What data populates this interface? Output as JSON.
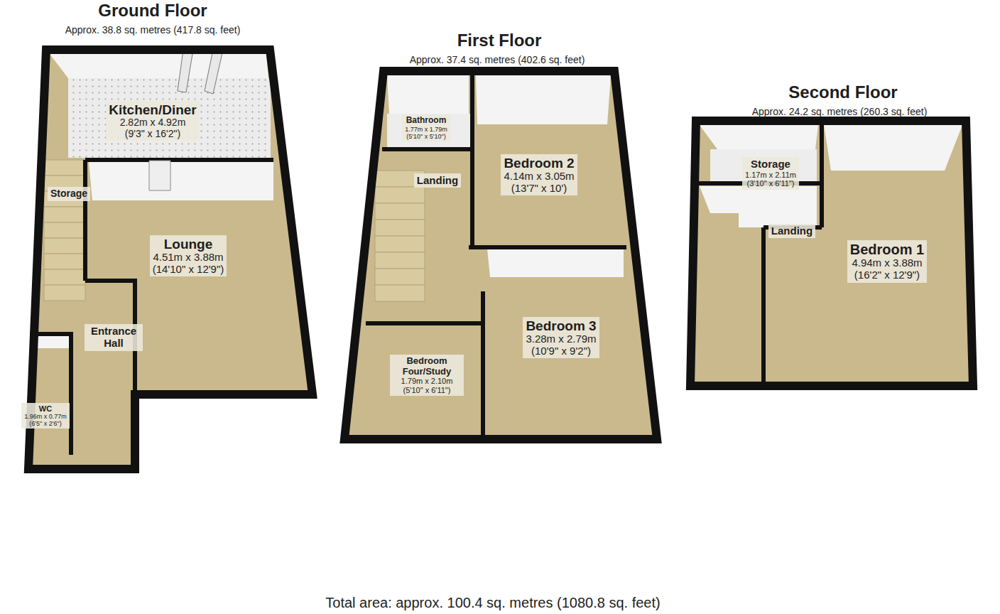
{
  "diagram": {
    "caption": "Total area: approx. 100.4 sq. metres (1080.8 sq. feet)",
    "nodes": [
      {
        "text": [
          "Ground Floor",
          "Approx. 38.8 sq. metres (417.8 sq. feet)"
        ]
      },
      {
        "text": [
          "Kitchen/Diner",
          "2.82m x 4.92m",
          "(9'3\" x 16'2\")"
        ],
        "in": 0
      },
      {
        "text": [
          "Storage"
        ],
        "in": 0
      },
      {
        "text": [
          "Lounge",
          "4.51m x 3.88m",
          "(14'10\" x 12'9\")"
        ],
        "in": 0
      },
      {
        "text": [
          "Entrance Hall"
        ],
        "in": 0
      },
      {
        "text": [
          "WC",
          "1.96m x 0.77m",
          "(6'5\" x 2'6\")"
        ],
        "in": 0
      },
      {
        "text": [
          "First Floor",
          "Approx. 37.4 sq. metres (402.6 sq. feet)"
        ]
      },
      {
        "text": [
          "Bathroom",
          "1.77m x 1.79m",
          "(5'10\" x 5'10\")"
        ],
        "in": 6
      },
      {
        "text": [
          "Landing"
        ],
        "in": 6
      },
      {
        "text": [
          "Bedroom 2",
          "4.14m x 3.05m",
          "(13'7\" x 10')"
        ],
        "in": 6
      },
      {
        "text": [
          "Bedroom 3",
          "3.28m x 2.79m",
          "(10'9\" x 9'2\")"
        ],
        "in": 6
      },
      {
        "text": [
          "Bedroom Four/Study",
          "1.79m x 2.10m",
          "(5'10\" x 6'11\")"
        ],
        "in": 6
      },
      {
        "text": [
          "Second Floor",
          "Approx. 24.2 sq. metres (260.3 sq. feet)"
        ]
      },
      {
        "text": [
          "Storage",
          "1.17m x 2.11m",
          "(3'10\" x 6'11\")"
        ],
        "in": 12
      },
      {
        "text": [
          "Landing"
        ],
        "in": 12
      },
      {
        "text": [
          "Bedroom 1",
          "4.94m x 3.88m",
          "(16'2\" x 12'9\")"
        ],
        "in": 12
      }
    ]
  }
}
